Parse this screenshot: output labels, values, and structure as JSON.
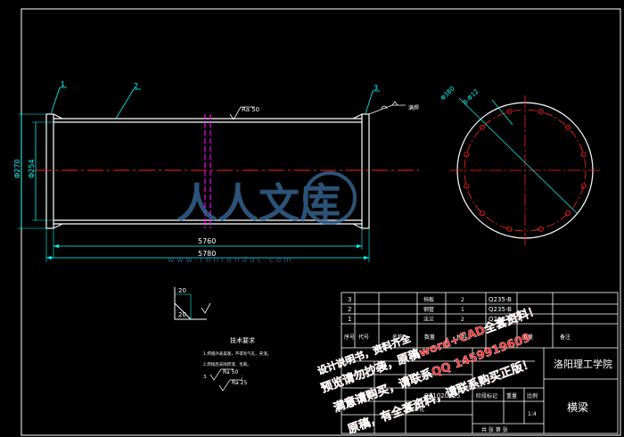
{
  "drawing": {
    "balloons": [
      "1",
      "2",
      "3"
    ],
    "roughness_top": "Ra 50",
    "weld_note": "满焊",
    "dim_bore": "Φ270",
    "dim_outer": "Φ254",
    "dim_inner_length": "5760",
    "dim_total_length": "5780",
    "dim_circle": "Φ380",
    "dim_holes": "8-Φ12",
    "detail_dims": [
      "20",
      "20"
    ]
  },
  "notes": {
    "title": "技术要求",
    "line1": "1.焊缝外表美观，不得有气孔、夹渣。",
    "line2": "2.焊接后去除焊渣、毛刺。",
    "line3_prefix": "3.",
    "line3_ra": "Ra 50",
    "line3_suffix": "；",
    "line4_ra": "Ra 25"
  },
  "title_block": {
    "parts": [
      {
        "no": "3",
        "name": "挡板",
        "qty": "2",
        "material": "Q235-B"
      },
      {
        "no": "2",
        "name": "钢管",
        "qty": "1",
        "material": "Q235-B"
      },
      {
        "no": "1",
        "name": "法兰",
        "qty": "2",
        "material": "Q235-B"
      }
    ],
    "header": {
      "no": "序号",
      "code": "代号",
      "name": "名称",
      "qty": "数量",
      "material": "材料",
      "weight": "重量",
      "note": "备注"
    },
    "school": "洛阳理工学院",
    "drawing_name": "横梁",
    "student_id": "B11020525",
    "stage_mark": "阶段标记",
    "weight": "重量",
    "scale_label": "比例",
    "scale": "1:4",
    "sheet": "共  张  第  张",
    "standardize": "标准化"
  },
  "watermarks": {
    "logo_text": "人人文库",
    "site": "w w w . r e n r e n d o c . c o m",
    "promo_lines": [
      "预览请勿抄袭，原稿word+CAD全套资料！",
      "满意请购买，请联系QQ 1459919609",
      "原稿，有全套资料，请联系购买正版！",
      "设计说明书，资料齐全"
    ]
  },
  "colors": {
    "background": "#000000",
    "outline": "#ffffff",
    "dimension": "#00ffff",
    "center": "#ff2020",
    "weld": "#ff00ff",
    "border": "#ffffff",
    "promo": "#ff2d2d",
    "logo": "#3a6fa0"
  }
}
